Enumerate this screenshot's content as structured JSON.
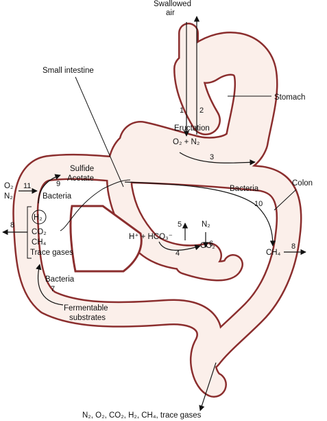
{
  "labels": {
    "swallowed_air_1": "Swallowed",
    "swallowed_air_2": "air",
    "small_intestine": "Small intestine",
    "stomach": "Stomach",
    "eructation": "Eructation",
    "o2_n2": "O₂ + N₂",
    "sulfide": "Sulfide",
    "acetate": "Acetate",
    "o2": "O₂",
    "n2_left": "N₂",
    "bacteria_upper": "Bacteria",
    "bacteria_colon": "Bacteria",
    "bacteria_lower": "Bacteria",
    "colon": "Colon",
    "h2": "H₂",
    "co2_box": "CO₂",
    "ch4_box": "CH₄",
    "trace_gases": "Trace gases",
    "hco3": "H⁺ + HCO₃⁻",
    "co2_mid": "CO₂",
    "n2_mid": "N₂",
    "ch4_right": "CH₄",
    "fermentable_1": "Fermentable",
    "fermentable_2": "substrates",
    "bottom_gases": "N₂, O₂, CO₂, H₂, CH₄, trace gases"
  },
  "pathway_numbers": {
    "n1": "1",
    "n2": "2",
    "n3": "3",
    "n4": "4",
    "n5": "5",
    "n6": "6",
    "n7": "7",
    "n8_left": "8",
    "n8_right": "8",
    "n9": "9",
    "n10": "10",
    "n11": "11"
  },
  "colors": {
    "tract_outline": "#8B2E2E",
    "tract_fill": "#FBEFEA",
    "ink": "#111111"
  }
}
